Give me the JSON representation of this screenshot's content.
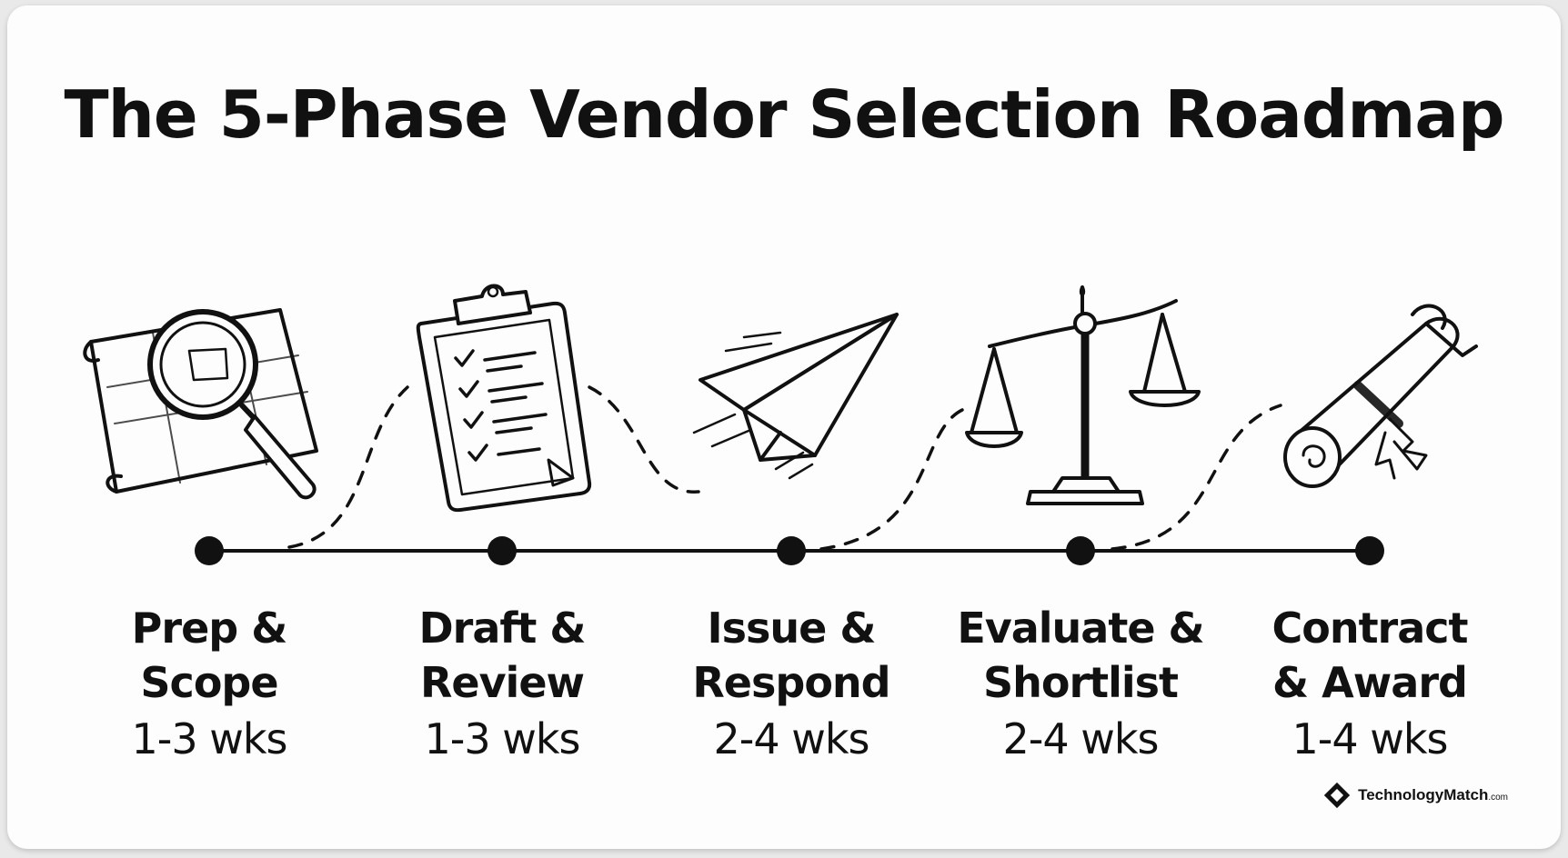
{
  "title": "The 5-Phase Vendor Selection Roadmap",
  "phases": [
    {
      "name_line1": "Prep &",
      "name_line2": "Scope",
      "duration": "1-3 wks",
      "icon": "magnifying-glass-over-map-icon"
    },
    {
      "name_line1": "Draft &",
      "name_line2": "Review",
      "duration": "1-3 wks",
      "icon": "clipboard-checklist-icon"
    },
    {
      "name_line1": "Issue &",
      "name_line2": "Respond",
      "duration": "2-4 wks",
      "icon": "paper-plane-icon"
    },
    {
      "name_line1": "Evaluate &",
      "name_line2": "Shortlist",
      "duration": "2-4 wks",
      "icon": "balance-scale-icon"
    },
    {
      "name_line1": "Contract",
      "name_line2": "& Award",
      "duration": "1-4 wks",
      "icon": "diploma-scroll-icon"
    }
  ],
  "brand": {
    "name": "TechnologyMatch",
    "suffix": ".com"
  },
  "colors": {
    "ink": "#111111",
    "background": "#fdfdfd"
  }
}
